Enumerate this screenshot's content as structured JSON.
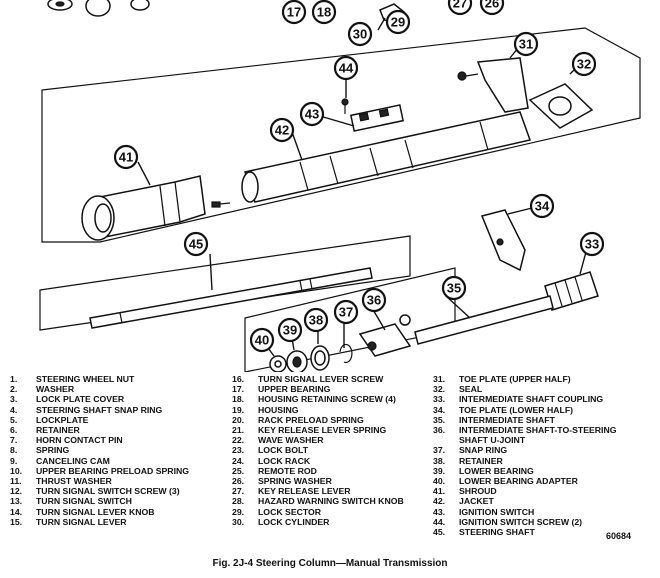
{
  "callouts": [
    "17",
    "18",
    "27",
    "26",
    "29",
    "30",
    "31",
    "32",
    "44",
    "43",
    "42",
    "41",
    "34",
    "45",
    "33",
    "35",
    "36",
    "37",
    "38",
    "39",
    "40"
  ],
  "legend": {
    "col1": [
      {
        "num": "1.",
        "label": "STEERING WHEEL NUT"
      },
      {
        "num": "2.",
        "label": "WASHER"
      },
      {
        "num": "3.",
        "label": "LOCK PLATE COVER"
      },
      {
        "num": "4.",
        "label": "STEERING SHAFT SNAP RING"
      },
      {
        "num": "5.",
        "label": "LOCKPLATE"
      },
      {
        "num": "6.",
        "label": "RETAINER"
      },
      {
        "num": "7.",
        "label": "HORN CONTACT PIN"
      },
      {
        "num": "8.",
        "label": "SPRING"
      },
      {
        "num": "9.",
        "label": "CANCELING CAM"
      },
      {
        "num": "10.",
        "label": "UPPER BEARING PRELOAD SPRING"
      },
      {
        "num": "11.",
        "label": "THRUST WASHER"
      },
      {
        "num": "12.",
        "label": "TURN SIGNAL SWITCH SCREW (3)"
      },
      {
        "num": "13.",
        "label": "TURN SIGNAL SWITCH"
      },
      {
        "num": "14.",
        "label": "TURN SIGNAL LEVER KNOB"
      },
      {
        "num": "15.",
        "label": "TURN SIGNAL LEVER"
      }
    ],
    "col2": [
      {
        "num": "16.",
        "label": "TURN SIGNAL LEVER SCREW"
      },
      {
        "num": "17.",
        "label": "UPPER BEARING"
      },
      {
        "num": "18.",
        "label": "HOUSING RETAINING SCREW (4)"
      },
      {
        "num": "19.",
        "label": "HOUSING"
      },
      {
        "num": "20.",
        "label": "RACK PRELOAD SPRING"
      },
      {
        "num": "21.",
        "label": "KEY RELEASE LEVER SPRING"
      },
      {
        "num": "22.",
        "label": "WAVE WASHER"
      },
      {
        "num": "23.",
        "label": "LOCK BOLT"
      },
      {
        "num": "24.",
        "label": "LOCK RACK"
      },
      {
        "num": "25.",
        "label": "REMOTE ROD"
      },
      {
        "num": "26.",
        "label": "SPRING WASHER"
      },
      {
        "num": "27.",
        "label": "KEY RELEASE LEVER"
      },
      {
        "num": "28.",
        "label": "HAZARD WARNING SWITCH KNOB"
      },
      {
        "num": "29.",
        "label": "LOCK SECTOR"
      },
      {
        "num": "30.",
        "label": "LOCK CYLINDER"
      }
    ],
    "col3": [
      {
        "num": "31.",
        "label": "TOE PLATE (UPPER HALF)"
      },
      {
        "num": "32.",
        "label": "SEAL"
      },
      {
        "num": "33.",
        "label": "INTERMEDIATE SHAFT COUPLING"
      },
      {
        "num": "34.",
        "label": "TOE PLATE (LOWER HALF)"
      },
      {
        "num": "35.",
        "label": "INTERMEDIATE SHAFT"
      },
      {
        "num": "36.",
        "label": "INTERMEDIATE SHAFT-TO-STEERING"
      },
      {
        "num": "",
        "label": "SHAFT U-JOINT"
      },
      {
        "num": "37.",
        "label": "SNAP RING"
      },
      {
        "num": "38.",
        "label": "RETAINER"
      },
      {
        "num": "39.",
        "label": "LOWER BEARING"
      },
      {
        "num": "40.",
        "label": "LOWER BEARING ADAPTER"
      },
      {
        "num": "41.",
        "label": "SHROUD"
      },
      {
        "num": "42.",
        "label": "JACKET"
      },
      {
        "num": "43.",
        "label": "IGNITION SWITCH"
      },
      {
        "num": "44.",
        "label": "IGNITION SWITCH SCREW (2)"
      },
      {
        "num": "45.",
        "label": "STEERING SHAFT"
      }
    ]
  },
  "figure_code": "60684",
  "caption": "Fig. 2J-4 Steering Column—Manual Transmission"
}
